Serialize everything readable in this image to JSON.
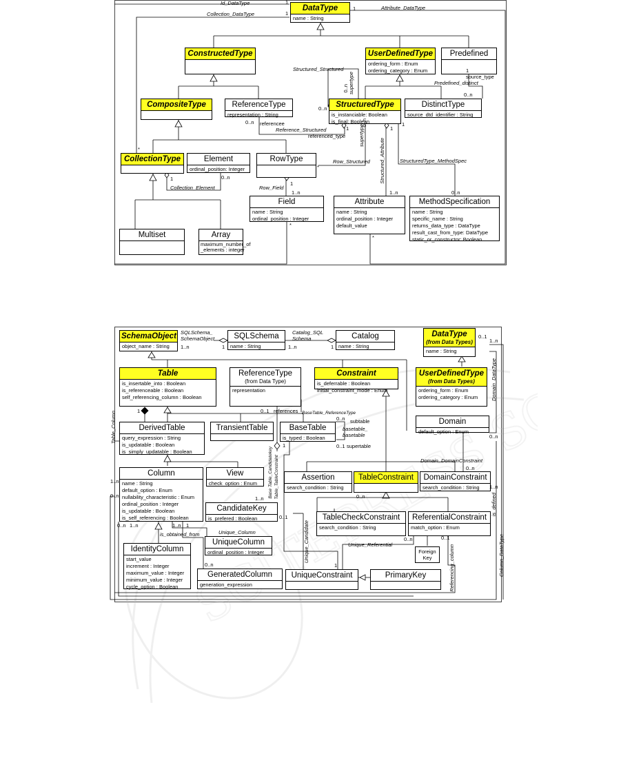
{
  "d1": {
    "DataType": {
      "name": "DataType",
      "attrs": [
        "name : String"
      ]
    },
    "ConstructedType": {
      "name": "ConstructedType",
      "attrs": []
    },
    "UserDefinedType": {
      "name": "UserDefinedType",
      "attrs": [
        "ordering_form : Enum",
        "ordering_category : Enum"
      ]
    },
    "Predefined": {
      "name": "Predefined",
      "attrs": []
    },
    "CompositeType": {
      "name": "CompositeType",
      "attrs": []
    },
    "ReferenceType": {
      "name": "ReferenceType",
      "attrs": [
        "representation : String"
      ]
    },
    "StructuredType": {
      "name": "StructuredType",
      "attrs": [
        "is_instanciable: Boolean",
        "is_final: Boolean"
      ]
    },
    "DistinctType": {
      "name": "DistinctType",
      "attrs": [
        "source_dtd_identifier : String"
      ]
    },
    "CollectionType": {
      "name": "CollectionType",
      "attrs": []
    },
    "Element": {
      "name": "Element",
      "attrs": [
        "ordinal_position: Integer"
      ]
    },
    "RowType": {
      "name": "RowType",
      "attrs": []
    },
    "Field": {
      "name": "Field",
      "attrs": [
        "name : String",
        "ordinal_position : Integer"
      ]
    },
    "Attribute": {
      "name": "Attribute",
      "attrs": [
        "name : String",
        "ordinal_position : Integer",
        "default_value"
      ]
    },
    "MethodSpecification": {
      "name": "MethodSpecification",
      "attrs": [
        "name : String",
        "specific_name : String",
        "returns_data_type : DataType",
        "result_cast_from_type: DataType",
        "static_or_constructor: Boolean"
      ]
    },
    "Multiset": {
      "name": "Multiset",
      "attrs": []
    },
    "Array": {
      "name": "Array",
      "attrs": [
        "maximum_number_of",
        "_elements : integer"
      ]
    },
    "labels": {
      "id_DataType": "Id_DataType",
      "Collection_DataType": "Collection_DataType",
      "Attribute_DataType": "Attribute_DataType",
      "Structured_Structured": "Structured_Structured",
      "supertype": "supertype",
      "source_type": "source_type",
      "Predefined_distinct": "Predefined_distinct",
      "referencee": "referencee",
      "Reference_Structured": "Reference_Structured",
      "referenced_type": "referenced_type",
      "supertype2": "supertype",
      "Structured_Attribute": "Structured_Attribute",
      "StructuredType_MethodSpec": "StructuredType_MethodSpec",
      "Row_Structured": "Row_Structured",
      "Collection_Element": "Collection_Element",
      "Row_Field": "Row_Field"
    },
    "mult": {
      "m1": "1",
      "m2": "1",
      "m3": "1",
      "m4": "1",
      "m5": "1",
      "m6": "0..n",
      "m7": "0..n",
      "m8": "1",
      "m9": "0..n",
      "m10": "0..n",
      "m11": "1",
      "m12": "1",
      "m13": "*",
      "m14": "1",
      "m15": "0..n",
      "m16": "*",
      "m17": "1",
      "m18": "1..n",
      "m19": "*",
      "m20": "1..n",
      "m21": "1",
      "m22": "0..n",
      "m23": "*",
      "m24": "1",
      "m25": "1"
    }
  },
  "d2": {
    "SchemaObject": {
      "name": "SchemaObject",
      "attrs": [
        "object_name : String"
      ]
    },
    "SQLSchema": {
      "name": "SQLSchema",
      "attrs": [
        "name : String"
      ]
    },
    "Catalog": {
      "name": "Catalog",
      "attrs": [
        "name : String"
      ]
    },
    "DataType": {
      "name": "DataType",
      "sub": "(from Data Types)",
      "attrs": [
        "name : String"
      ]
    },
    "Table": {
      "name": "Table",
      "attrs": [
        "is_insertable_into : Boolean",
        "is_referenceable : Boolean",
        "self_referencing_column : Boolean"
      ]
    },
    "ReferenceType": {
      "name": "ReferenceType",
      "sub": "(from Data Type)",
      "attrs": [
        "representation"
      ]
    },
    "Constraint": {
      "name": "Constraint",
      "attrs": [
        "is_deferrable : Boolean",
        "initial_constraint_mode : Enum"
      ]
    },
    "UserDefinedType": {
      "name": "UserDefinedType",
      "sub": "(from Data Types)",
      "attrs": [
        "ordering_form : Enum",
        "ordering_category : Enum"
      ]
    },
    "DerivedTable": {
      "name": "DerivedTable",
      "attrs": [
        "query_expression : String",
        "is_updatable : Boolean",
        "is_simply_updatable : Boolean"
      ]
    },
    "TransientTable": {
      "name": "TransientTable",
      "attrs": []
    },
    "BaseTable": {
      "name": "BaseTable",
      "attrs": [
        "is_typed : Boolean"
      ]
    },
    "Domain": {
      "name": "Domain",
      "attrs": [
        "default_option : Enum"
      ]
    },
    "Column": {
      "name": "Column",
      "attrs": [
        "name : String",
        "default_option : Enum",
        "nullability_characteristic : Enum",
        "ordinal_position : Integer",
        "is_updatable : Boolean",
        "is_self_referencing : Boolean"
      ]
    },
    "View": {
      "name": "View",
      "attrs": [
        "check_option : Enum"
      ]
    },
    "Assertion": {
      "name": "Assertion",
      "attrs": [
        "search_condition : String"
      ]
    },
    "TableConstraint": {
      "name": "TableConstraint",
      "attrs": []
    },
    "DomainConstraint": {
      "name": "DomainConstraint",
      "attrs": [
        "search_condition : String"
      ]
    },
    "CandidateKey": {
      "name": "CandidateKey",
      "attrs": [
        "is_prefered : Boolean"
      ]
    },
    "TableCheckConstraint": {
      "name": "TableCheckConstraint",
      "attrs": [
        "search_condition : String"
      ]
    },
    "ReferentialConstraint": {
      "name": "ReferentialConstraint",
      "attrs": [
        "match_option : Enum"
      ]
    },
    "IdentityColumn": {
      "name": "IdentityColumn",
      "attrs": [
        "start_value",
        "increment : Integer",
        "maximum_value : Integer",
        "minimum_value : Integer",
        "cycle_option : Boolean"
      ]
    },
    "UniqueColumn": {
      "name": "UniqueColumn",
      "attrs": [
        "ordinal_position : Integer"
      ]
    },
    "GeneratedColumn": {
      "name": "GeneratedColumn",
      "attrs": [
        "generation_expression"
      ]
    },
    "UniqueConstraint": {
      "name": "UniqueConstraint",
      "attrs": []
    },
    "PrimaryKey": {
      "name": "PrimaryKey",
      "attrs": []
    },
    "note": "Foreign Key",
    "labels": {
      "SQLSchema_SchemaObject": "SQLSchema_ SchemaObject",
      "Catalog_SQLSchema": "Catalog_SQL Schema",
      "references": "references",
      "BaseTable_ReferenceType": "BaseTable_ReferenceType",
      "subtable": "subtable",
      "basetable_basetable": "basetable_ basetable",
      "supertable": "supertable",
      "Domain_DataType": "Domain_DataType",
      "Domain_DomainConstraint": "Domain_DomainConstraint",
      "Table_Column": "Table_Column",
      "Base_Table_Candidatekey": "Base Table_Candidatekey",
      "Table_TableConstraint": "Table_TableConstraint",
      "is_defined": "is_defined",
      "Column_DataType": "Column_DataType",
      "Unique_Column": "Unique_Column",
      "Unique_Candidate": "Unique_Candidate",
      "Unique_Referential": "Unique_Referential",
      "Referencing_column": "Referencing_column",
      "is_obtained_from": "is_obtained_from"
    },
    "mult": {
      "n1": "1..n",
      "n2": "1",
      "n3": "1..n",
      "n4": "1",
      "n5": "0..1",
      "n6": "0..1",
      "n7": "0..n",
      "n8": "0..1",
      "n9": "1",
      "n10": "1",
      "n11": "0..n",
      "n12": "0..n",
      "n13": "1..n",
      "n14": "1..n",
      "n15": "0..n",
      "n16": "1..n",
      "n17": "0..1",
      "n18": "1..n",
      "n19": "0..n",
      "n20": "1",
      "n21": "0..n",
      "n22": "0..1",
      "n23": "1..n",
      "n24": "0..n",
      "n25": "1..n",
      "n26": "0..n",
      "n27": "1"
    }
  },
  "watermark": "SCITEPRESS SCIENCE AND TECHNOLOGY PUBLICATIONS"
}
